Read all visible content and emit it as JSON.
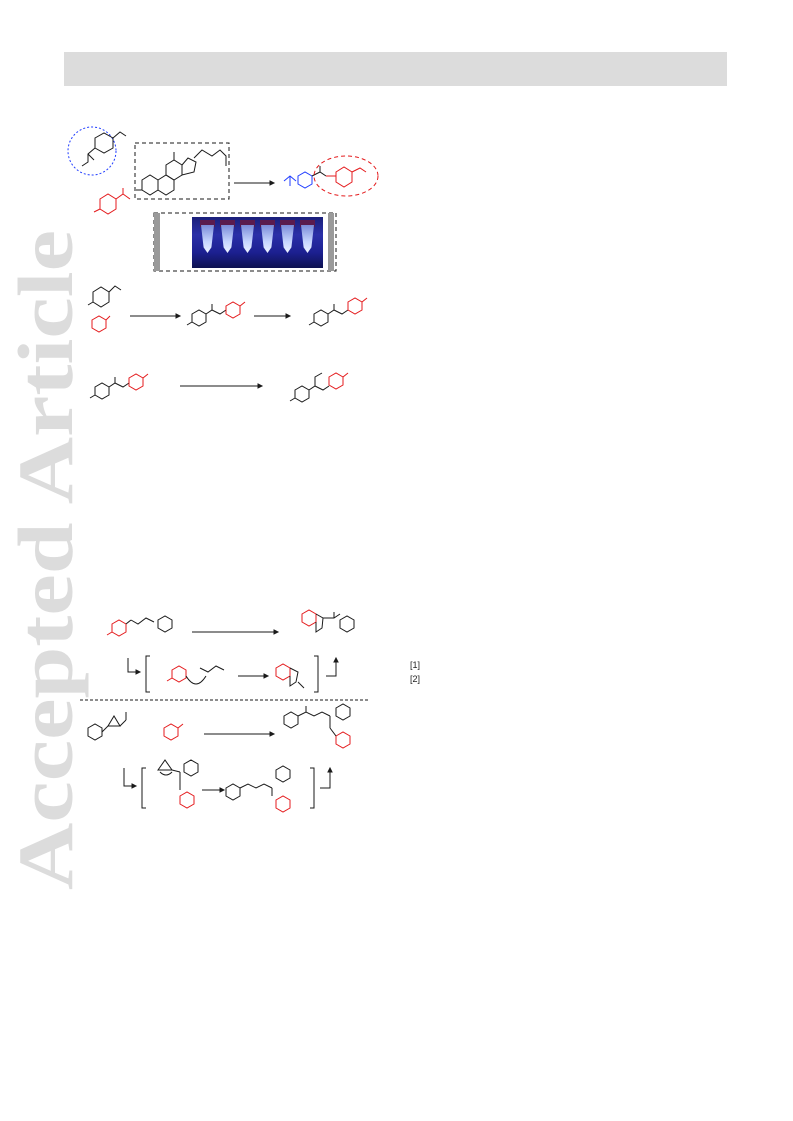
{
  "watermark": {
    "text": "Accepted Article",
    "color": "#dcdcdc"
  },
  "header_bar": {
    "color": "#dcdcdc"
  },
  "colors": {
    "red": "#e41a1c",
    "blue": "#1f3cff",
    "black": "#1a1a1a",
    "dashed_red": "#e41a1c",
    "dotted_blue": "#1f3cff"
  },
  "figure": {
    "photo_description_colors": [
      "#1a1f7a",
      "#5a1b4e",
      "#c7d6ff"
    ],
    "references": [
      "[1]",
      "[2]"
    ]
  }
}
